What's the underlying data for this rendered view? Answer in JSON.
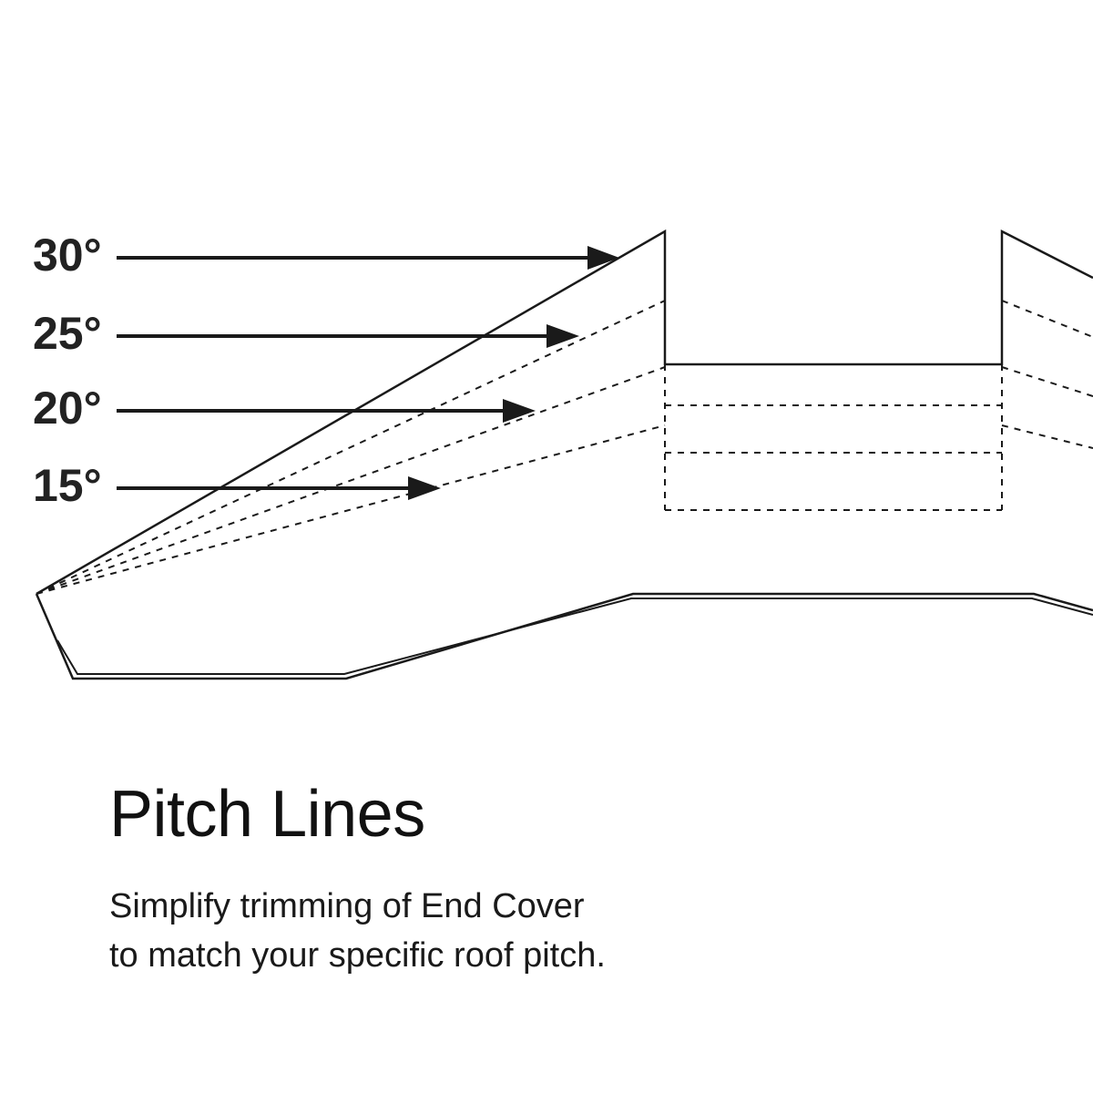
{
  "pitch_lines": [
    {
      "label": "30°"
    },
    {
      "label": "25°"
    },
    {
      "label": "20°"
    },
    {
      "label": "15°"
    }
  ],
  "title": "Pitch Lines",
  "description": {
    "line1": "Simplify trimming of End Cover",
    "line2": "to match your specific roof pitch."
  },
  "colors": {
    "line": "#1a1a1a",
    "background": "#ffffff"
  }
}
